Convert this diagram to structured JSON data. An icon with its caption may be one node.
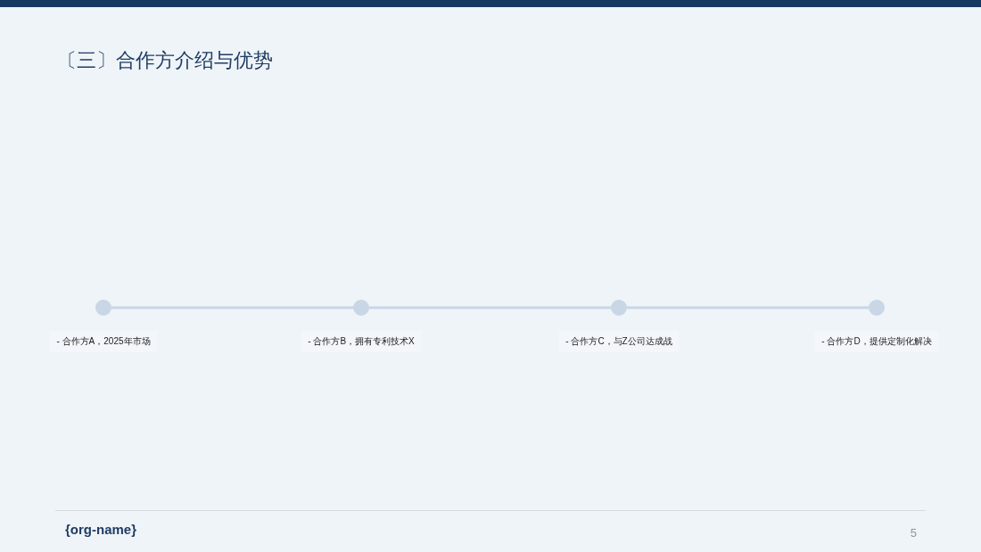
{
  "diagram": {
    "title": "〔三〕合作方介绍与优势",
    "nodes": [
      {
        "text": [],
        "shape": "circle",
        "beside": [
          "- 合作方A，2025年市场"
        ]
      },
      {
        "text": [],
        "shape": "circle",
        "beside": [
          "- 合作方B，拥有专利技术X"
        ]
      },
      {
        "text": [],
        "shape": "circle",
        "beside": [
          "- 合作方C，与Z公司达成战"
        ]
      },
      {
        "text": [],
        "shape": "circle",
        "beside": [
          "- 合作方D，提供定制化解决"
        ]
      }
    ],
    "edges": [
      {
        "from": 0,
        "to": 1,
        "arrow": "none"
      },
      {
        "from": 1,
        "to": 2,
        "arrow": "none"
      },
      {
        "from": 2,
        "to": 3,
        "arrow": "none"
      }
    ],
    "labels": [
      "{org-name}",
      "5"
    ]
  }
}
